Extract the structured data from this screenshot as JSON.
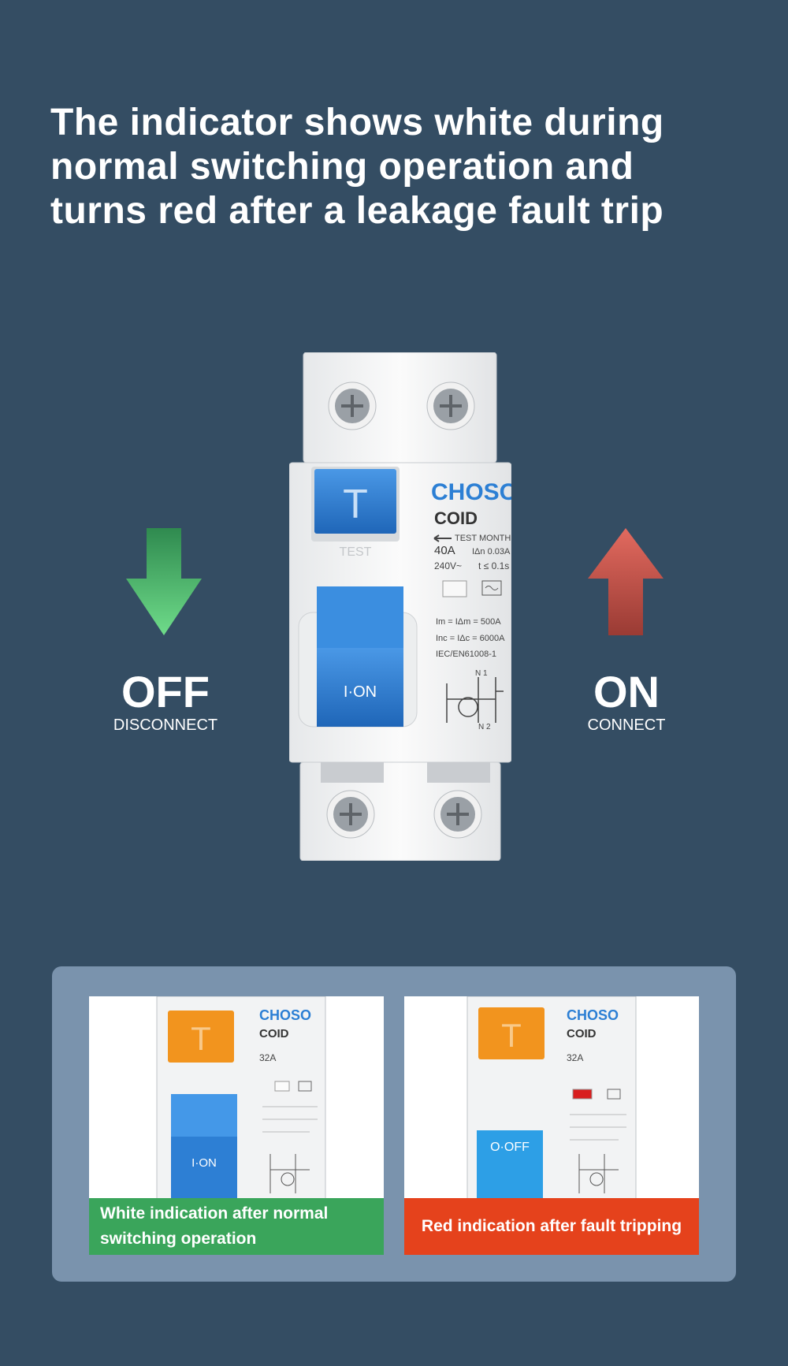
{
  "headline": {
    "line1": "The indicator shows white during",
    "line2": "normal switching operation and",
    "line3": "turns red after a leakage fault trip"
  },
  "off": {
    "label": "OFF",
    "sub": "DISCONNECT"
  },
  "on": {
    "label": "ON",
    "sub": "CONNECT"
  },
  "device": {
    "brand": "CHOSO",
    "model": "COID",
    "test_label": "TEST",
    "test_monthly": "TEST MONTHLY",
    "rating": "40A",
    "sensitivity": "IΔn 0.03A",
    "voltage": "240V~",
    "time": "t ≤ 0.1s",
    "im": "Im = IΔm = 500A",
    "inc": "Inc = IΔc = 6000A",
    "standard": "IEC/EN61008-1",
    "switch_label": "I·ON",
    "t_key": "T",
    "n1": "N 1",
    "n2": "N 2"
  },
  "cards": {
    "left": {
      "brand": "CHOSO",
      "model": "COID",
      "rating": "32A",
      "switch_label": "I·ON",
      "caption_line1": "White indication after normal",
      "caption_line2": "switching operation"
    },
    "right": {
      "brand": "CHOSO",
      "model": "COID",
      "rating": "32A",
      "switch_label": "O·OFF",
      "caption": "Red indication after fault tripping"
    }
  },
  "colors": {
    "background": "#344d63",
    "panel": "#7a93ad",
    "arrow_down_green": "#5cc27a",
    "arrow_up_red": "#d0524a",
    "switch_blue": "#2d7fd4",
    "test_orange": "#f2941e",
    "caption_green": "#3aa55b",
    "caption_red": "#e5421c",
    "indicator_red": "#d81e1e"
  }
}
